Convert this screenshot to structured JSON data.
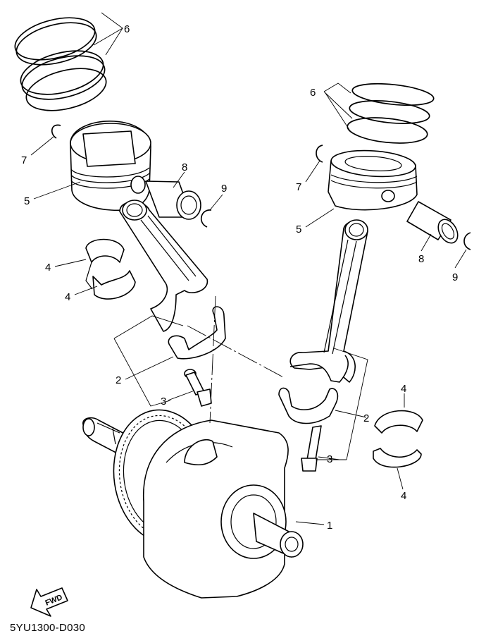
{
  "diagram": {
    "drawing_code": "5YU1300-D030",
    "fwd_label": "FWD",
    "callouts": [
      "1",
      "2",
      "2",
      "3",
      "3",
      "4",
      "4",
      "4",
      "4",
      "5",
      "5",
      "6",
      "6",
      "7",
      "7",
      "8",
      "8",
      "9",
      "9"
    ]
  }
}
